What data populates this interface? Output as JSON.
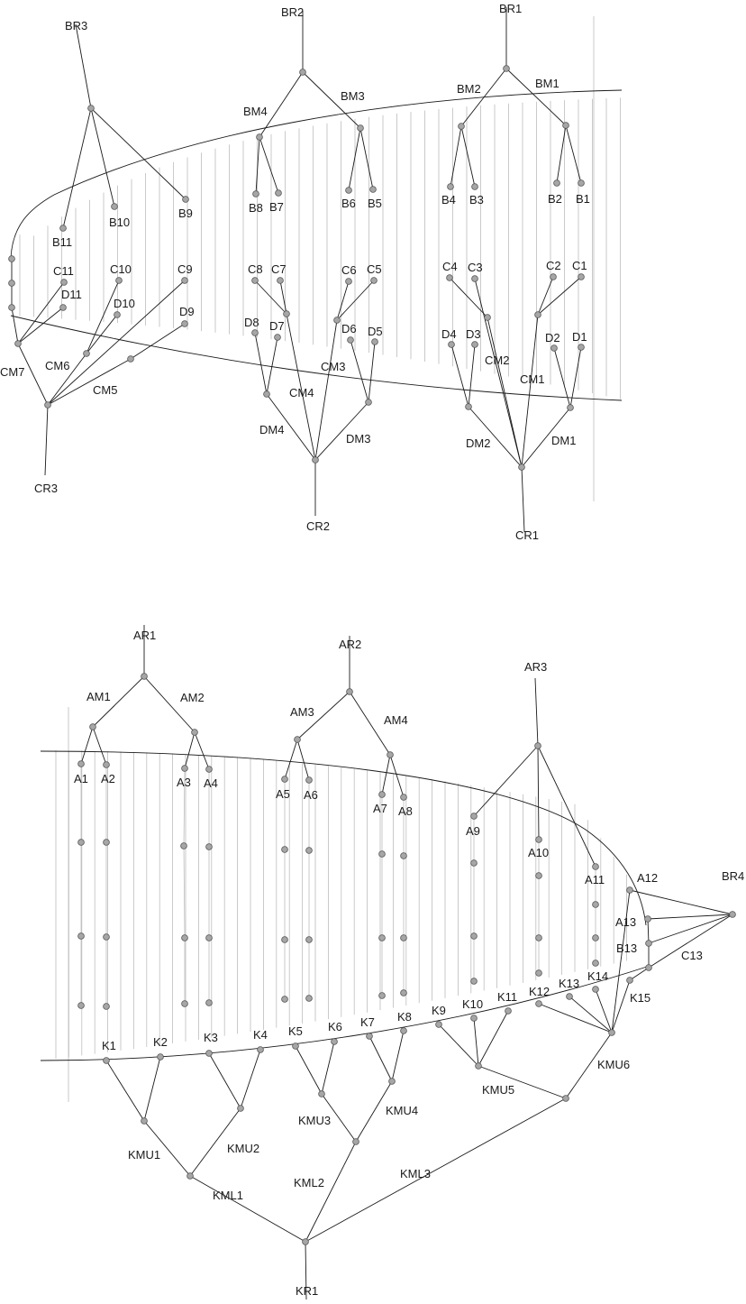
{
  "labels": {
    "BR1": "BR1",
    "BR2": "BR2",
    "BR3": "BR3",
    "BR4": "BR4",
    "BM1": "BM1",
    "BM2": "BM2",
    "BM3": "BM3",
    "BM4": "BM4",
    "B1": "B1",
    "B2": "B2",
    "B3": "B3",
    "B4": "B4",
    "B5": "B5",
    "B6": "B6",
    "B7": "B7",
    "B8": "B8",
    "B9": "B9",
    "B10": "B10",
    "B11": "B11",
    "C1": "C1",
    "C2": "C2",
    "C3": "C3",
    "C4": "C4",
    "C5": "C5",
    "C6": "C6",
    "C7": "C7",
    "C8": "C8",
    "C9": "C9",
    "C10": "C10",
    "C11": "C11",
    "D1": "D1",
    "D2": "D2",
    "D3": "D3",
    "D4": "D4",
    "D5": "D5",
    "D6": "D6",
    "D7": "D7",
    "D8": "D8",
    "D9": "D9",
    "D10": "D10",
    "D11": "D11",
    "CM1": "CM1",
    "CM2": "CM2",
    "CM3": "CM3",
    "CM4": "CM4",
    "CM5": "CM5",
    "CM6": "CM6",
    "CM7": "CM7",
    "DM1": "DM1",
    "DM2": "DM2",
    "DM3": "DM3",
    "DM4": "DM4",
    "CR1": "CR1",
    "CR2": "CR2",
    "CR3": "CR3",
    "AR1": "AR1",
    "AR2": "AR2",
    "AR3": "AR3",
    "AM1": "AM1",
    "AM2": "AM2",
    "AM3": "AM3",
    "AM4": "AM4",
    "A1": "A1",
    "A2": "A2",
    "A3": "A3",
    "A4": "A4",
    "A5": "A5",
    "A6": "A6",
    "A7": "A7",
    "A8": "A8",
    "A9": "A9",
    "A10": "A10",
    "A11": "A11",
    "A12": "A12",
    "A13": "A13",
    "B13": "B13",
    "C13": "C13",
    "K1": "K1",
    "K2": "K2",
    "K3": "K3",
    "K4": "K4",
    "K5": "K5",
    "K6": "K6",
    "K7": "K7",
    "K8": "K8",
    "K9": "K9",
    "K10": "K10",
    "K11": "K11",
    "K12": "K12",
    "K13": "K13",
    "K14": "K14",
    "K15": "K15",
    "KMU1": "KMU1",
    "KMU2": "KMU2",
    "KMU3": "KMU3",
    "KMU4": "KMU4",
    "KMU5": "KMU5",
    "KMU6": "KMU6",
    "KML1": "KML1",
    "KML2": "KML2",
    "KML3": "KML3",
    "KR1": "KR1"
  },
  "colors": {
    "line": "#1a1a1a",
    "guide": "#bdbdbd",
    "node_fill": "#a6a6a6",
    "node_stroke": "#555555"
  }
}
